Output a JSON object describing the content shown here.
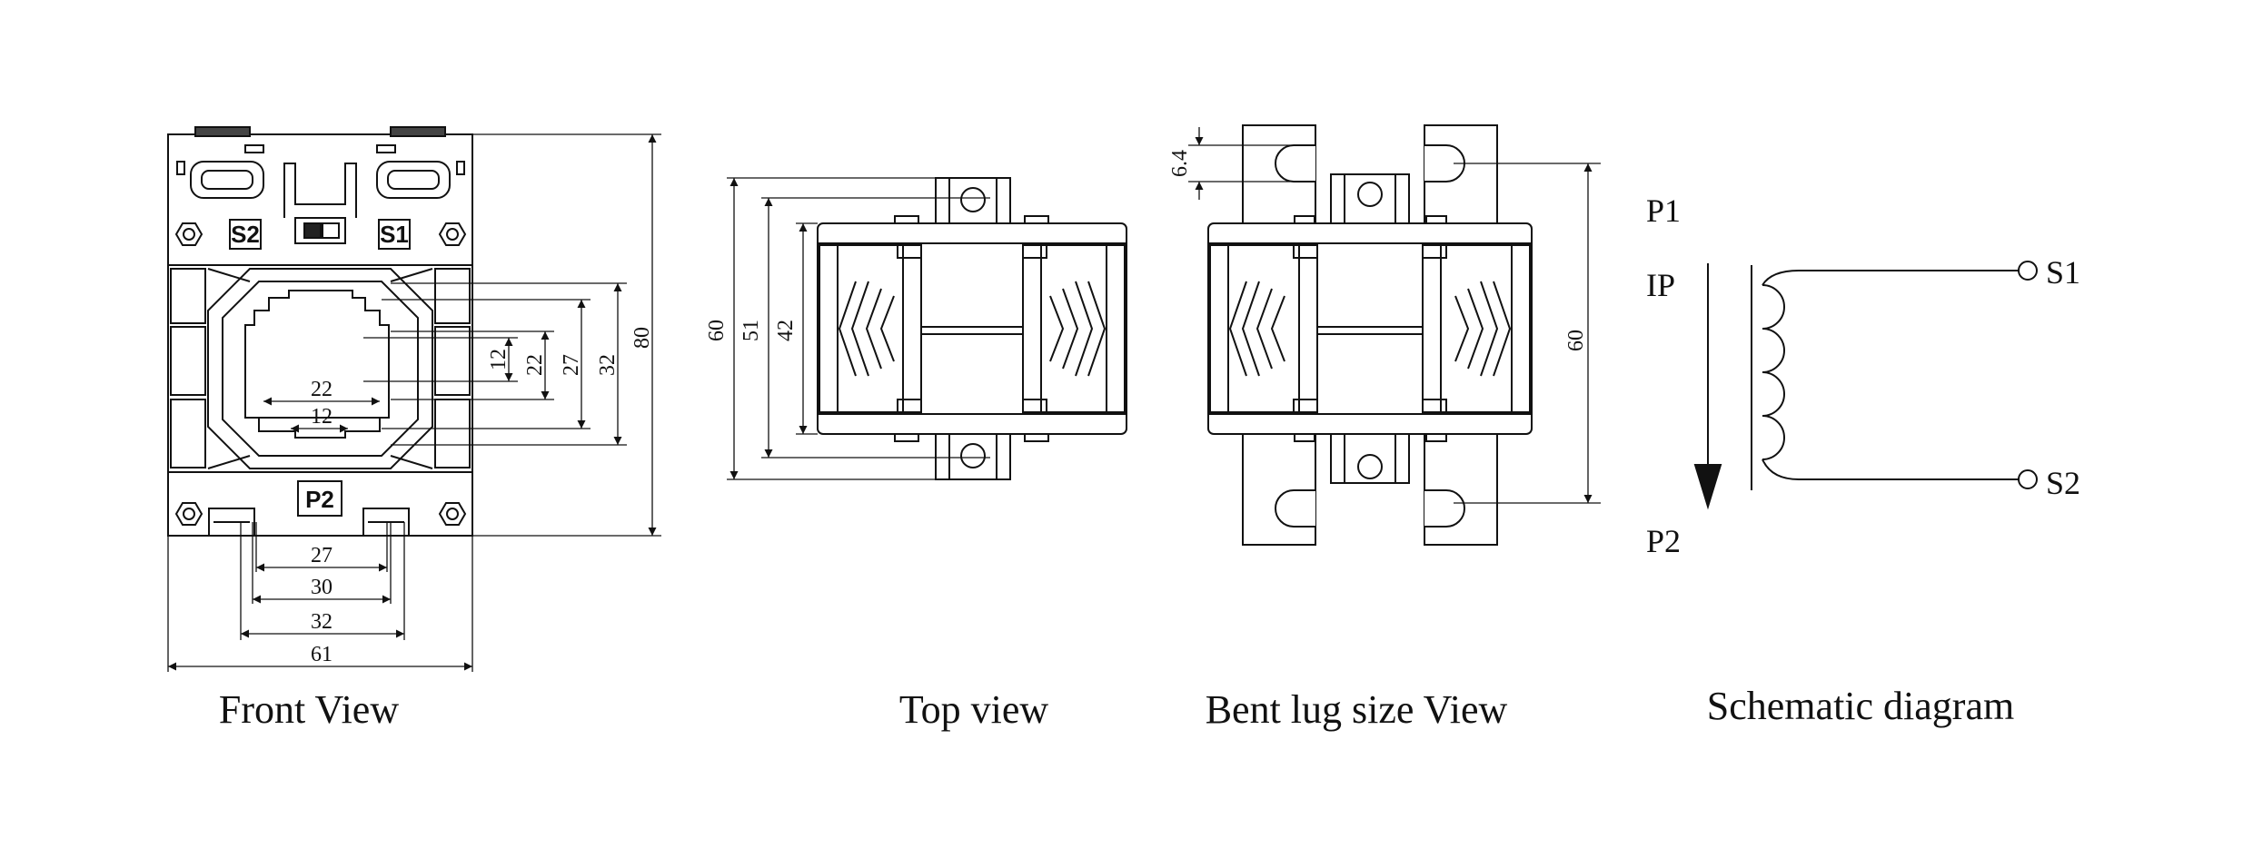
{
  "captions": {
    "front": "Front View",
    "top": "Top view",
    "bent": "Bent lug size View",
    "schematic": "Schematic diagram"
  },
  "front_view": {
    "terminal_left": "S2",
    "terminal_right": "S1",
    "terminal_bottom": "P2",
    "dims_inner": [
      "22",
      "12"
    ],
    "dims_right": [
      "12",
      "22",
      "27",
      "32",
      "80"
    ],
    "dims_bottom": [
      "27",
      "30",
      "32",
      "61"
    ]
  },
  "top_view": {
    "dims": [
      "60",
      "51",
      "42"
    ]
  },
  "bent_view": {
    "dim_lug": "6.4",
    "dim_height": "60"
  },
  "schematic": {
    "p1": "P1",
    "ip": "IP",
    "p2": "P2",
    "s1": "S1",
    "s2": "S2"
  }
}
